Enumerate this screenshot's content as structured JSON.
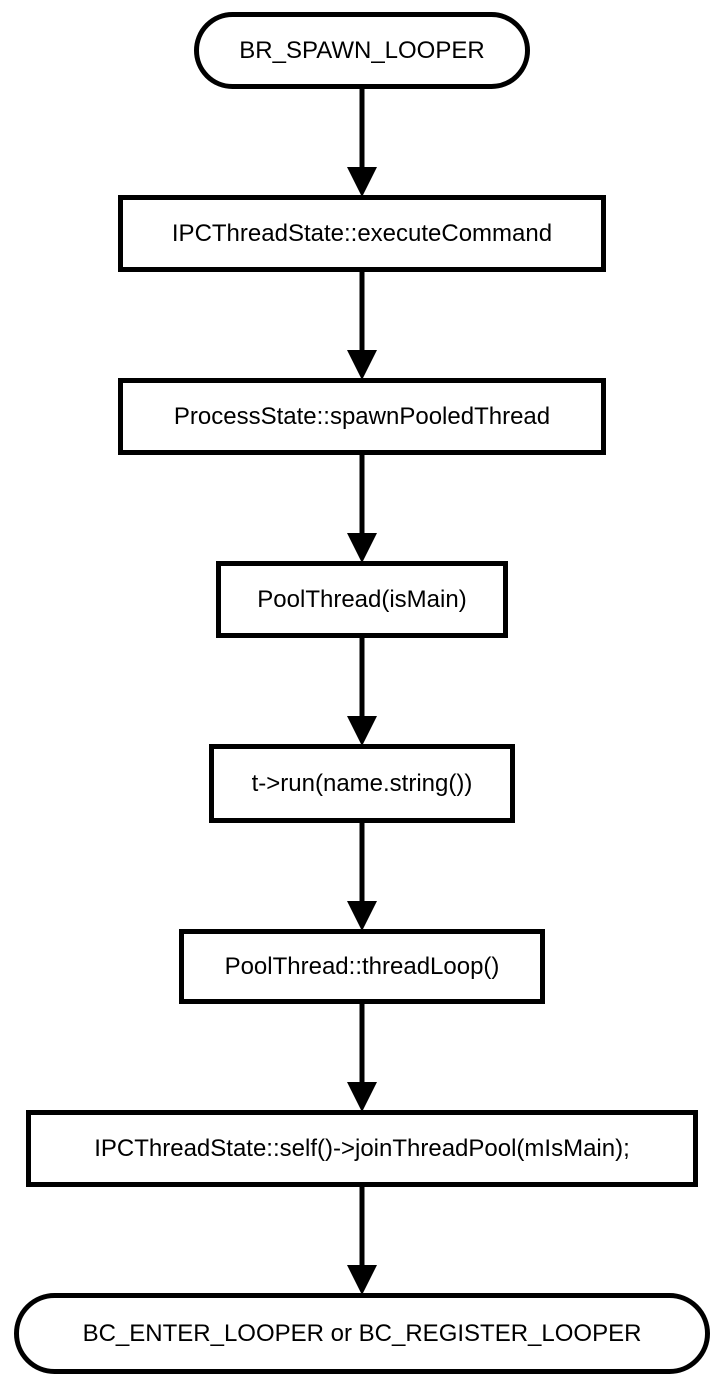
{
  "diagram": {
    "type": "flowchart",
    "direction": "top-to-bottom",
    "line_color": "#000000",
    "fill_color": "#ffffff",
    "nodes": [
      {
        "id": "n1",
        "shape": "terminal",
        "label": "BR_SPAWN_LOOPER"
      },
      {
        "id": "n2",
        "shape": "process",
        "label": "IPCThreadState::executeCommand"
      },
      {
        "id": "n3",
        "shape": "process",
        "label": "ProcessState::spawnPooledThread"
      },
      {
        "id": "n4",
        "shape": "process",
        "label": "PoolThread(isMain)"
      },
      {
        "id": "n5",
        "shape": "process",
        "label": "t->run(name.string())"
      },
      {
        "id": "n6",
        "shape": "process",
        "label": "PoolThread::threadLoop()"
      },
      {
        "id": "n7",
        "shape": "process",
        "label": "IPCThreadState::self()->joinThreadPool(mIsMain);"
      },
      {
        "id": "n8",
        "shape": "terminal",
        "label": "BC_ENTER_LOOPER or BC_REGISTER_LOOPER"
      }
    ],
    "edges": [
      {
        "from": "n1",
        "to": "n2"
      },
      {
        "from": "n2",
        "to": "n3"
      },
      {
        "from": "n3",
        "to": "n4"
      },
      {
        "from": "n4",
        "to": "n5"
      },
      {
        "from": "n5",
        "to": "n6"
      },
      {
        "from": "n6",
        "to": "n7"
      },
      {
        "from": "n7",
        "to": "n8"
      }
    ]
  }
}
